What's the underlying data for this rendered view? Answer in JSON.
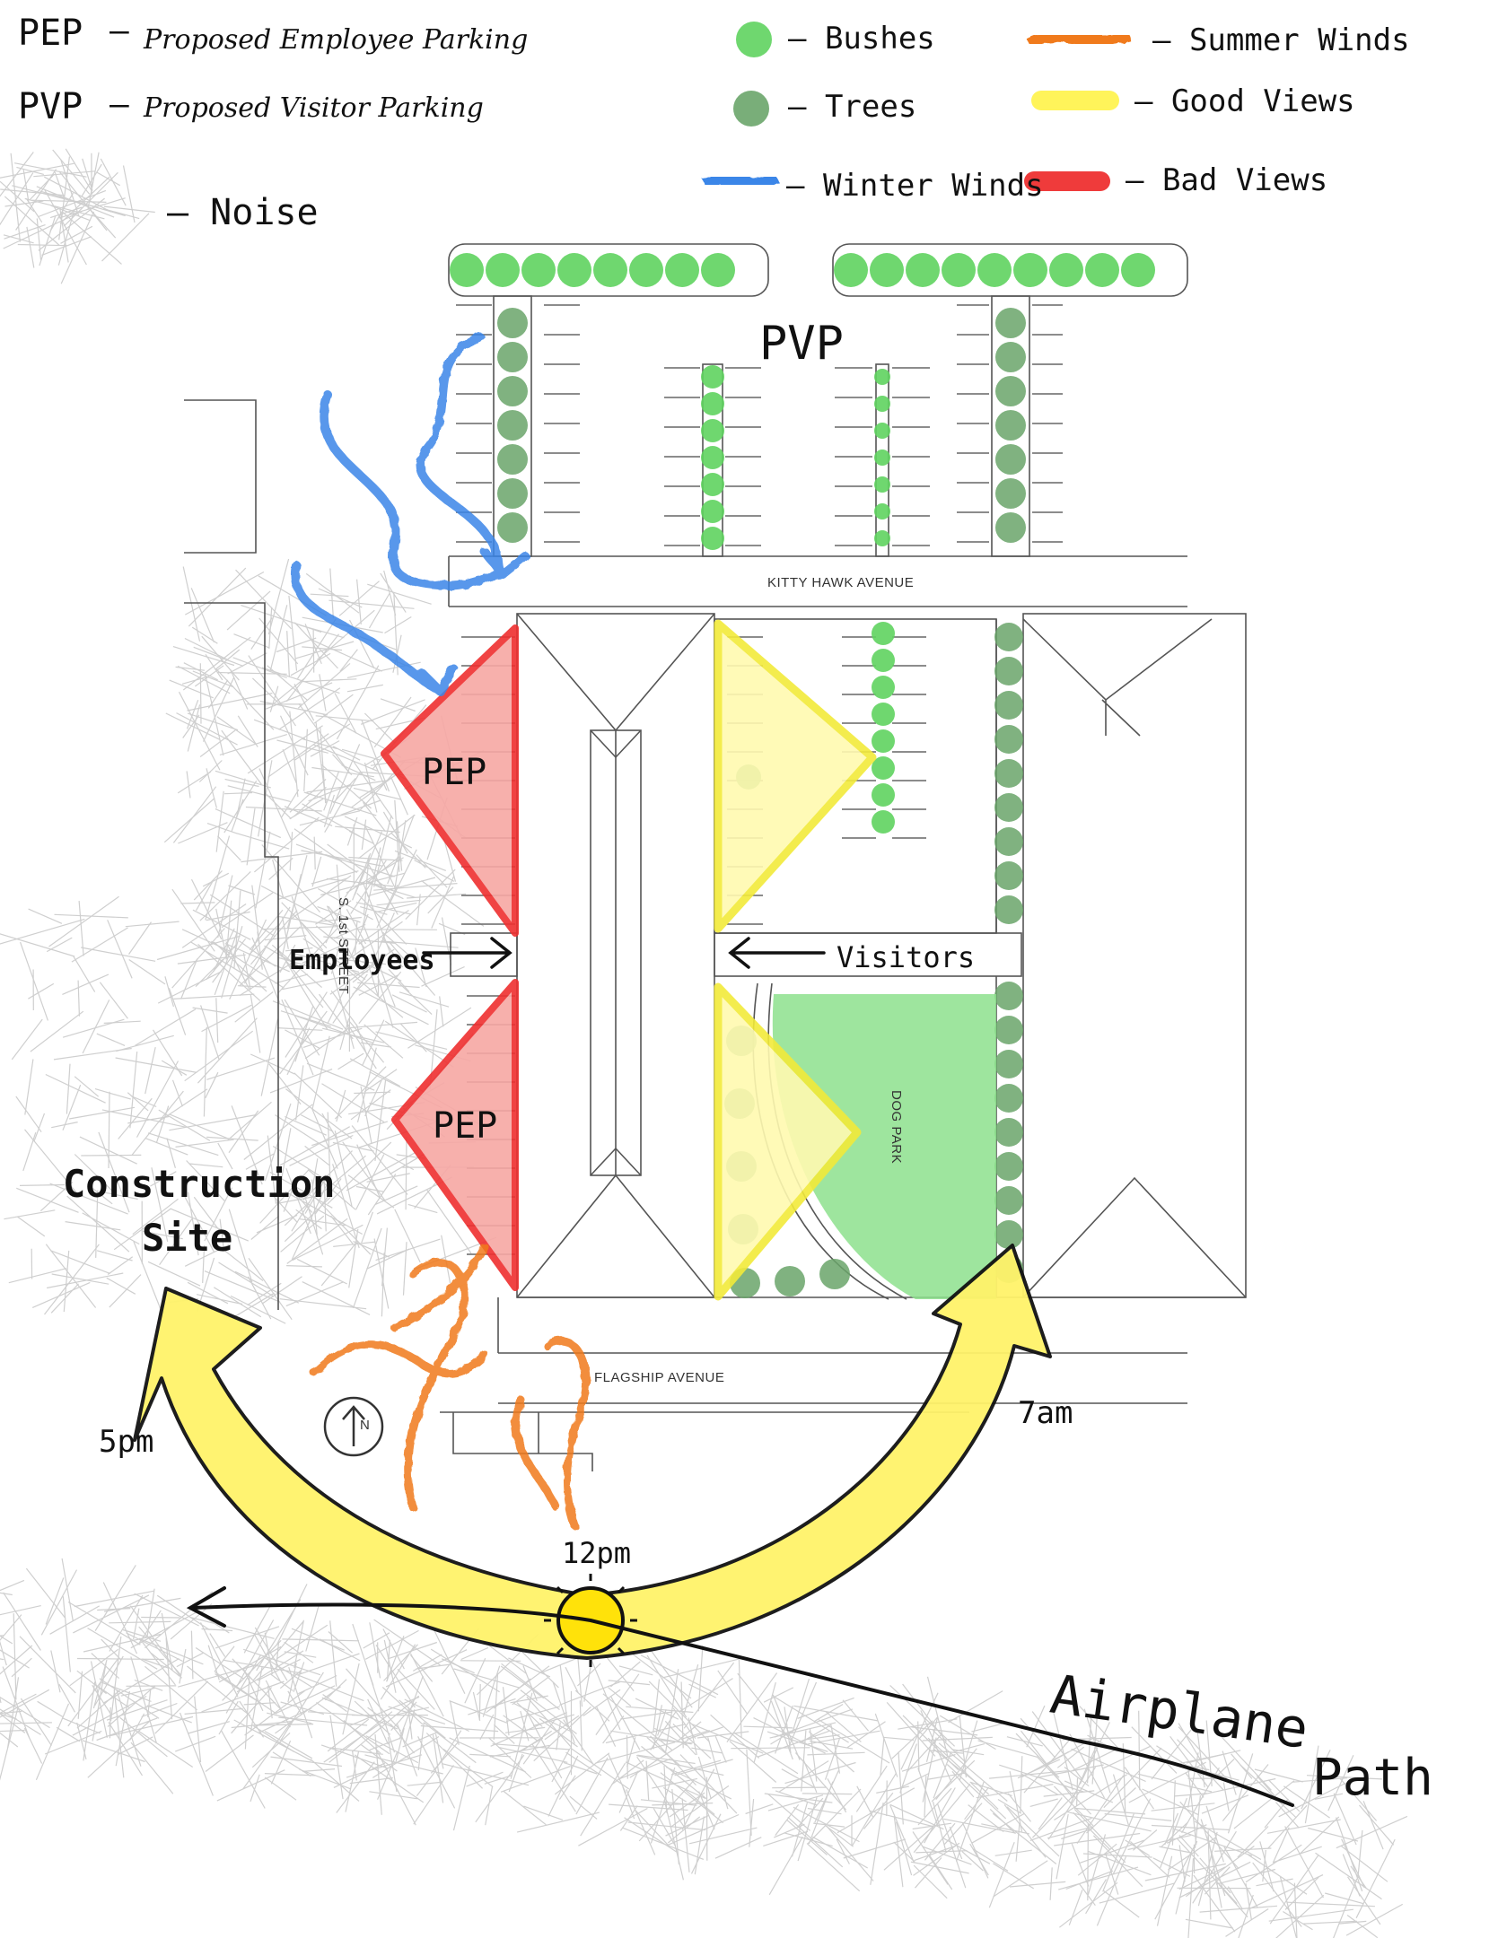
{
  "legend": {
    "pep": {
      "abbr": "PEP",
      "text": "Proposed Employee Parking"
    },
    "pvp": {
      "abbr": "PVP",
      "text": "Proposed Visitor Parking"
    },
    "noise": "Noise",
    "bushes": "Bushes",
    "trees": "Trees",
    "winter_winds": "Winter Winds",
    "summer_winds": "Summer Winds",
    "good_views": "Good Views",
    "bad_views": "Bad Views"
  },
  "map": {
    "pvp_label": "PVP",
    "pep_label": "PEP",
    "street_kitty_hawk": "KITTY HAWK AVENUE",
    "street_flagship": "FLAGSHIP AVENUE",
    "street_side": "S. 1st STREET",
    "dog_park": "DOG PARK",
    "employees_label": "Employees",
    "visitors_label": "Visitors",
    "construction_line1": "Construction",
    "construction_line2": "Site",
    "time_5pm": "5pm",
    "time_7am": "7am",
    "time_12pm": "12pm",
    "airplane_word1": "Airplane",
    "airplane_word2": "Path",
    "north_symbol": "N"
  },
  "colors": {
    "bushes": "#5fd35f",
    "trees": "#6aa56a",
    "winter_winds": "#3a86e8",
    "summer_winds": "#f07a1a",
    "good_views": "#fff45a",
    "bad_views": "#ef3b3b",
    "noise": "#9a9a9a",
    "sun": "#ffe20a",
    "dog_park": "#8de08d"
  }
}
